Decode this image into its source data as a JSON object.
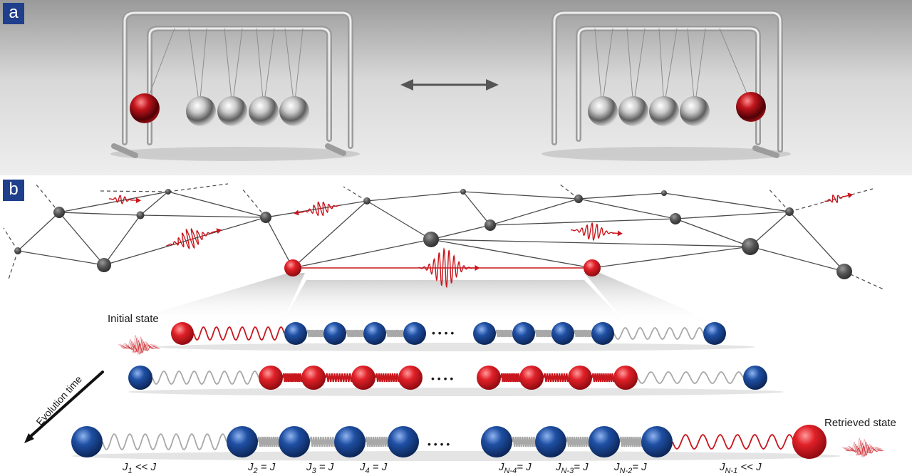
{
  "panels": {
    "a": "a",
    "b": "b"
  },
  "labels": {
    "initial_state": "Initial state",
    "retrieved_state": "Retrieved state",
    "evolution_time": "Evolution time",
    "ellipsis": "• • • •"
  },
  "couplings": [
    {
      "main": "J",
      "sub": "1",
      "rest": " << J"
    },
    {
      "main": "J",
      "sub": "2",
      "rest": " = J"
    },
    {
      "main": "J",
      "sub": "3",
      "rest": " = J"
    },
    {
      "main": "J",
      "sub": "4",
      "rest": " = J"
    },
    {
      "main": "J",
      "sub": "N-4",
      "rest": "= J"
    },
    {
      "main": "J",
      "sub": "N-3",
      "rest": "= J"
    },
    {
      "main": "J",
      "sub": "N-2",
      "rest": "= J"
    },
    {
      "main": "J",
      "sub": "N-1",
      "rest": " << J"
    }
  ],
  "colors": {
    "badge": "#1f3e8c",
    "red_ball": "#d41f26",
    "blue_ball": "#1f4fa3",
    "network_node": "#555555",
    "wave": "#c8161d",
    "spring_gray": "#a8a8a8"
  }
}
